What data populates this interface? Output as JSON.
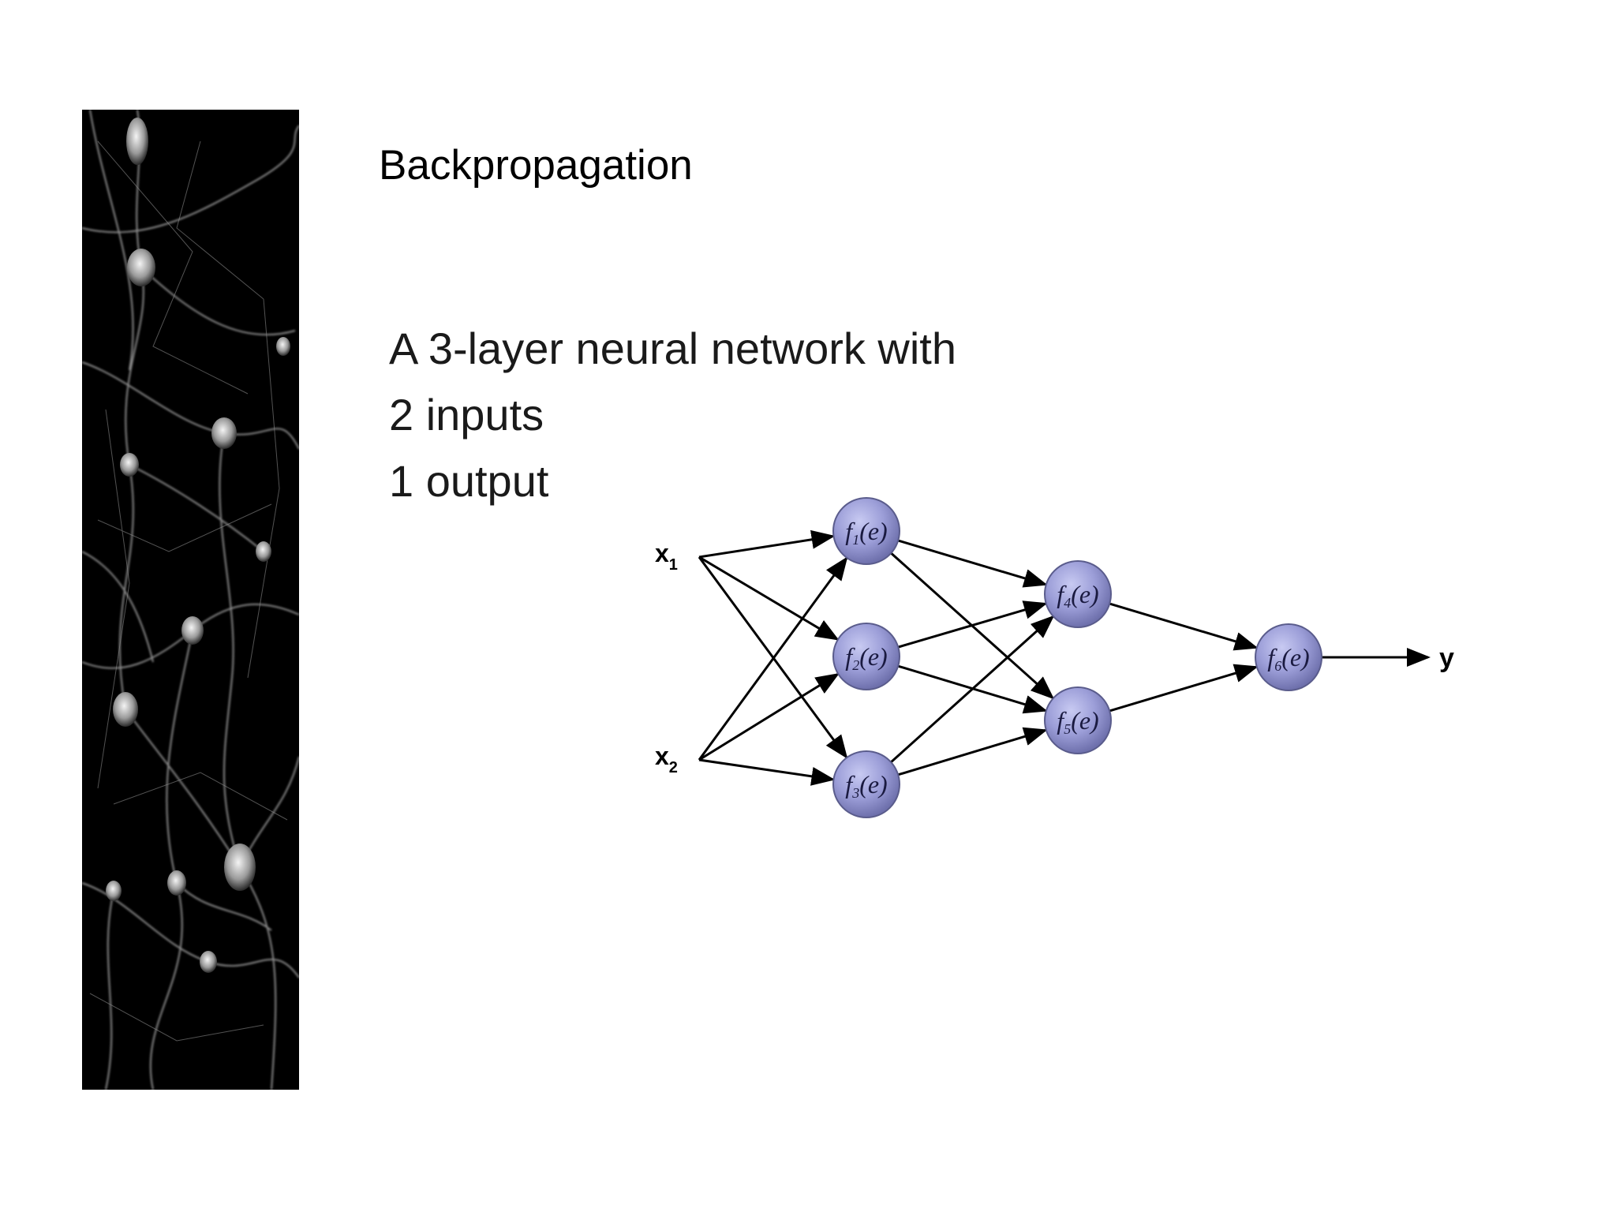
{
  "slide": {
    "title": "Backpropagation",
    "lines": [
      "A 3-layer neural network with",
      "2 inputs",
      "1 output"
    ]
  },
  "diagram": {
    "inputs": [
      {
        "id": "x1",
        "label": "x",
        "sub": "1"
      },
      {
        "id": "x2",
        "label": "x",
        "sub": "2"
      }
    ],
    "neurons": [
      {
        "id": "n1",
        "label": "f",
        "sub": "1",
        "arg": "(e)"
      },
      {
        "id": "n2",
        "label": "f",
        "sub": "2",
        "arg": "(e)"
      },
      {
        "id": "n3",
        "label": "f",
        "sub": "3",
        "arg": "(e)"
      },
      {
        "id": "n4",
        "label": "f",
        "sub": "4",
        "arg": "(e)"
      },
      {
        "id": "n5",
        "label": "f",
        "sub": "5",
        "arg": "(e)"
      },
      {
        "id": "n6",
        "label": "f",
        "sub": "6",
        "arg": "(e)"
      }
    ],
    "output": {
      "id": "y",
      "label": "y"
    },
    "connections": [
      [
        "x1",
        "n1"
      ],
      [
        "x1",
        "n2"
      ],
      [
        "x1",
        "n3"
      ],
      [
        "x2",
        "n1"
      ],
      [
        "x2",
        "n2"
      ],
      [
        "x2",
        "n3"
      ],
      [
        "n1",
        "n4"
      ],
      [
        "n1",
        "n5"
      ],
      [
        "n2",
        "n4"
      ],
      [
        "n2",
        "n5"
      ],
      [
        "n3",
        "n4"
      ],
      [
        "n3",
        "n5"
      ],
      [
        "n4",
        "n6"
      ],
      [
        "n5",
        "n6"
      ],
      [
        "n6",
        "y"
      ]
    ],
    "colors": {
      "neuron_fill": "#9c9ed8",
      "neuron_edge": "#5a5c8c",
      "arrow": "#000000"
    }
  }
}
